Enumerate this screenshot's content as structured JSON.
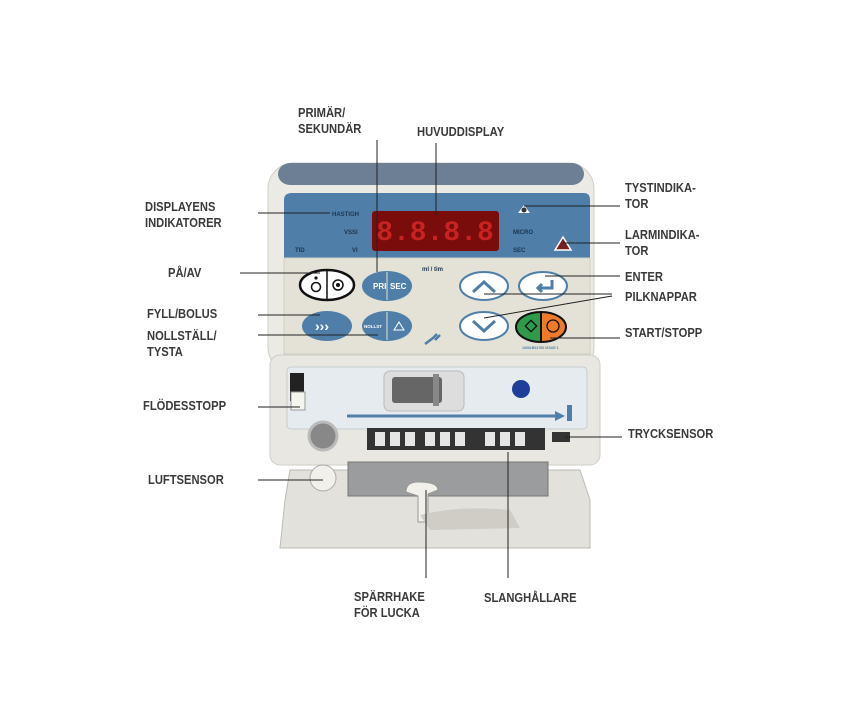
{
  "labels": {
    "primary_secondary": [
      "PRIMÄR/",
      "SEKUNDÄR"
    ],
    "main_display": "HUVUDDISPLAY",
    "display_indicators": [
      "DISPLAYENS",
      "INDIKATORER"
    ],
    "silence_indicator": [
      "TYSTINDIKA-",
      "TOR"
    ],
    "alarm_indicator": [
      "LARMINDIKA-",
      "TOR"
    ],
    "on_off": "PÅ/AV",
    "enter": "ENTER",
    "arrow_keys": "PILKNAPPAR",
    "prime_bolus": "FYLL/BOLUS",
    "reset_silence": [
      "NOLLSTÄLL/",
      "TYSTA"
    ],
    "start_stop": "START/STOPP",
    "flow_stop": "FLÖDESSTOPP",
    "pressure_sensor": "TRYCKSENSOR",
    "air_sensor": "LUFTSENSOR",
    "door_latch": [
      "SPÄRRHAKE",
      "FÖR LUCKA"
    ],
    "tube_holder": "SLANGHÅLLARE"
  },
  "device": {
    "display_value": "8.8.8.8",
    "indicators": {
      "rate": "HASTIGH",
      "vtbi": "VSSI",
      "vi": "VI",
      "time": "TID",
      "micro": "MICRO",
      "sec": "SEC"
    },
    "unit": "ml / tim",
    "pri_label": "PRI",
    "sec_label": "SEC",
    "reset_label": "NOLLST",
    "part_number": "1000LB01700 ISSUE 1"
  },
  "colors": {
    "panel_blue": "#4f7fa8",
    "display_red": "#b01818",
    "start_green": "#2e9a4a",
    "stop_orange": "#ef7a2a",
    "alarm_red": "#7a1f1f"
  }
}
